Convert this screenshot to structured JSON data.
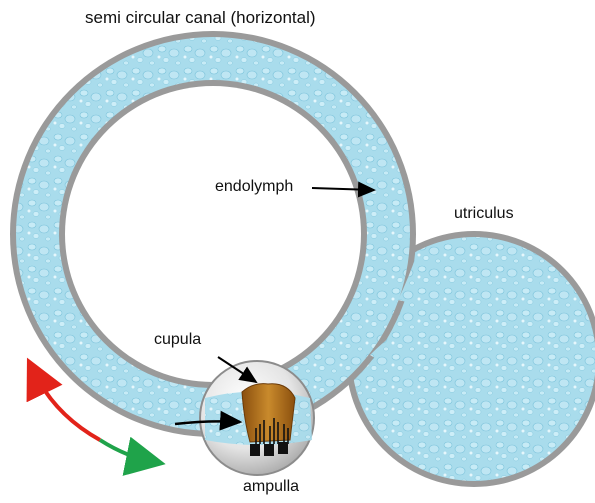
{
  "diagram": {
    "title": "semi circular canal (horizontal)",
    "labels": {
      "endolymph": "endolymph",
      "utriculus": "utriculus",
      "cupula": "cupula",
      "ampulla": "ampulla"
    },
    "colors": {
      "fluid": "#a9dcec",
      "fluid_dark": "#7cc3db",
      "wall": "#9a9a9a",
      "cupula": "#b8731c",
      "rotation_arrow_red": "#e2231a",
      "rotation_arrow_green": "#1fa34a",
      "pointer_arrow": "#000000"
    }
  }
}
